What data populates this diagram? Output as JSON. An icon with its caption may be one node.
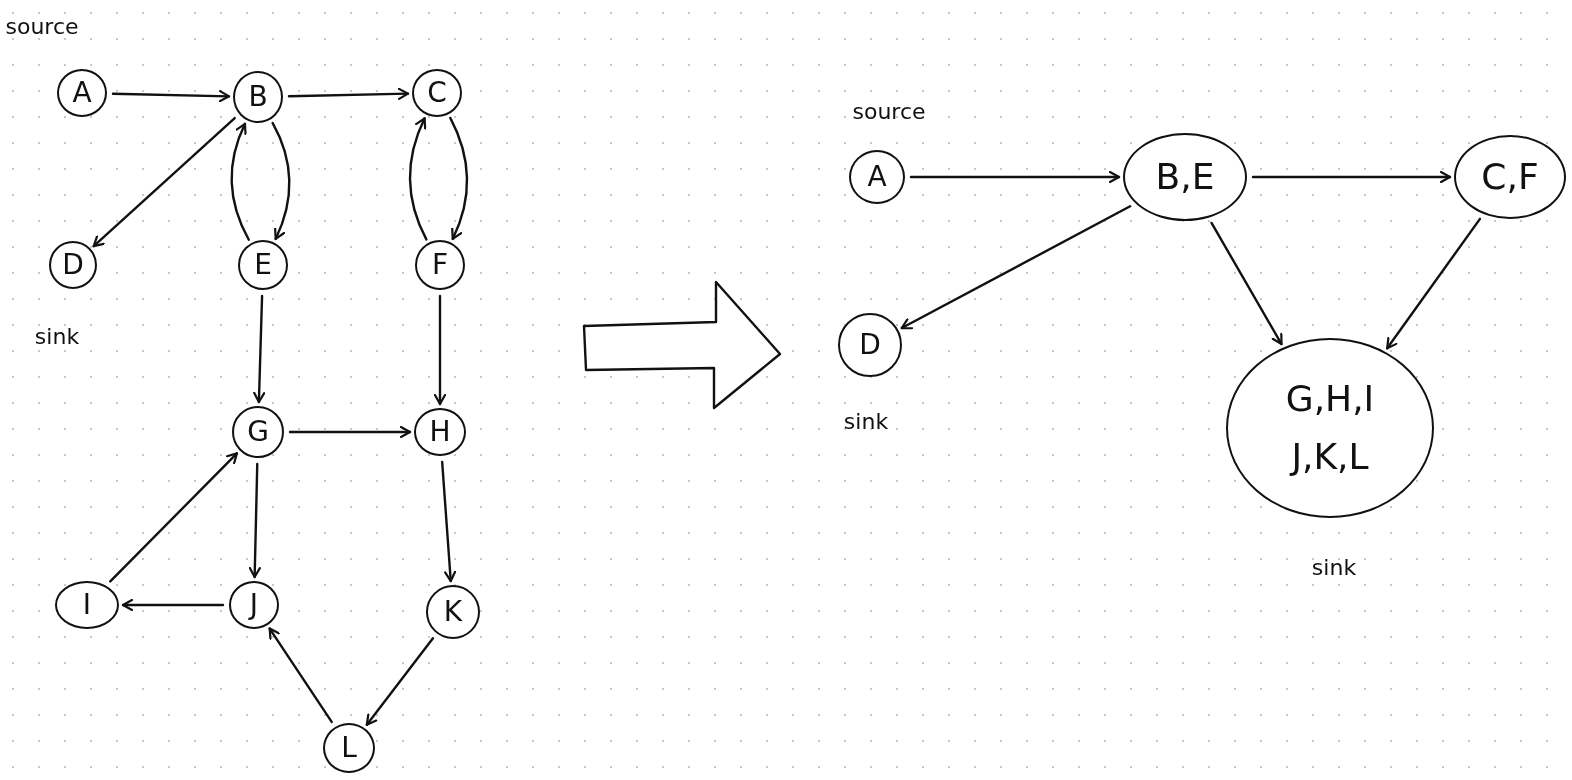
{
  "diagram": {
    "nodes": [
      {
        "text": [
          "A"
        ],
        "beside": [
          "source"
        ]
      },
      {
        "text": [
          "B"
        ]
      },
      {
        "text": [
          "C"
        ]
      },
      {
        "text": [
          "D"
        ],
        "beside": [
          "sink"
        ]
      },
      {
        "text": [
          "E"
        ]
      },
      {
        "text": [
          "F"
        ]
      },
      {
        "text": [
          "G"
        ]
      },
      {
        "text": [
          "H"
        ]
      },
      {
        "text": [
          "I"
        ]
      },
      {
        "text": [
          "J"
        ]
      },
      {
        "text": [
          "K"
        ]
      },
      {
        "text": [
          "L"
        ]
      },
      {
        "text": [
          "A"
        ],
        "beside": [
          "source"
        ]
      },
      {
        "text": [
          "B,E"
        ]
      },
      {
        "text": [
          "C,F"
        ]
      },
      {
        "text": [
          "D"
        ],
        "beside": [
          "sink"
        ]
      },
      {
        "text": [
          "G,H,I J,K,L"
        ],
        "beside": [
          "sink"
        ]
      }
    ],
    "edges": [
      {
        "from": 0,
        "to": 1,
        "arrow": "to"
      },
      {
        "from": 1,
        "to": 2,
        "arrow": "to"
      },
      {
        "from": 1,
        "to": 3,
        "arrow": "to"
      },
      {
        "from": 1,
        "to": 4,
        "arrow": "to"
      },
      {
        "from": 4,
        "to": 1,
        "arrow": "to"
      },
      {
        "from": 2,
        "to": 5,
        "arrow": "to"
      },
      {
        "from": 5,
        "to": 2,
        "arrow": "to"
      },
      {
        "from": 4,
        "to": 6,
        "arrow": "to"
      },
      {
        "from": 5,
        "to": 7,
        "arrow": "to"
      },
      {
        "from": 6,
        "to": 7,
        "arrow": "to"
      },
      {
        "from": 6,
        "to": 9,
        "arrow": "to"
      },
      {
        "from": 9,
        "to": 8,
        "arrow": "to"
      },
      {
        "from": 8,
        "to": 6,
        "arrow": "to"
      },
      {
        "from": 7,
        "to": 10,
        "arrow": "to"
      },
      {
        "from": 10,
        "to": 11,
        "arrow": "to"
      },
      {
        "from": 11,
        "to": 9,
        "arrow": "to"
      },
      {
        "from": 12,
        "to": 13,
        "arrow": "to"
      },
      {
        "from": 13,
        "to": 14,
        "arrow": "to"
      },
      {
        "from": 13,
        "to": 15,
        "arrow": "to"
      },
      {
        "from": 13,
        "to": 16,
        "arrow": "to"
      },
      {
        "from": 14,
        "to": 16,
        "arrow": "to"
      }
    ]
  }
}
